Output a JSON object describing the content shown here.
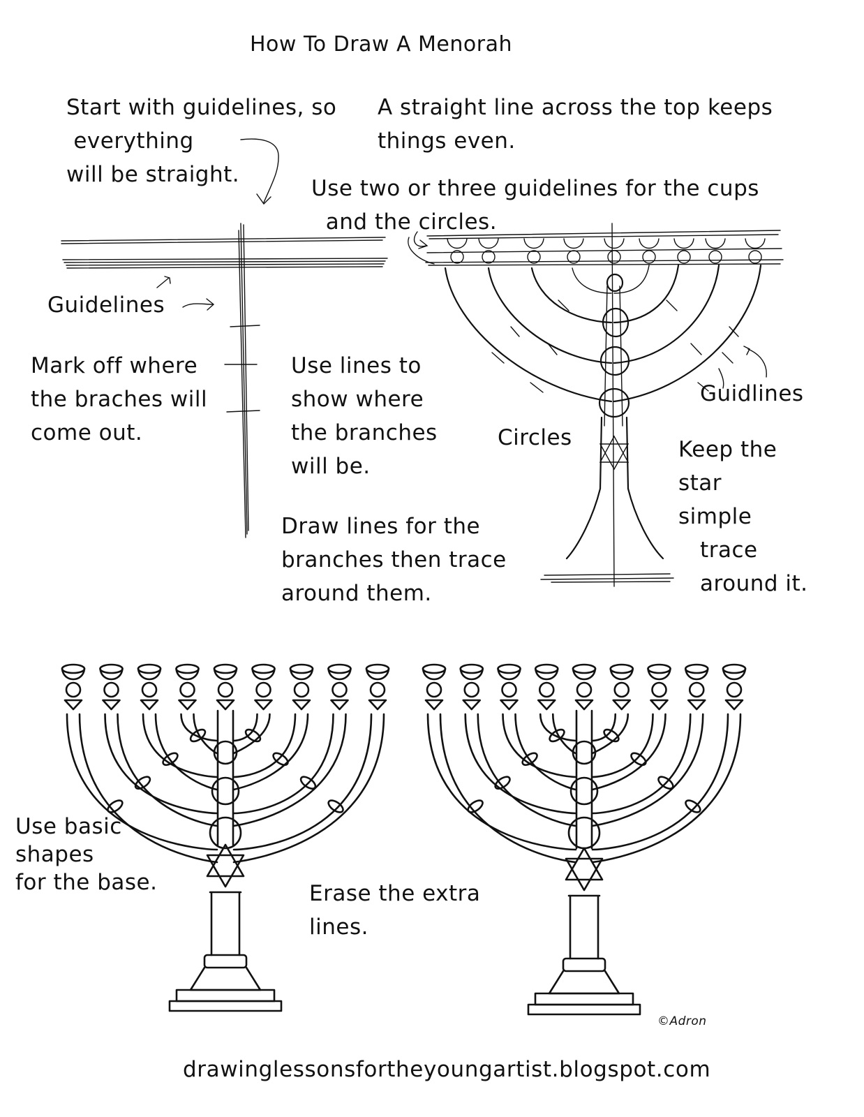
{
  "title": "How To Draw A Menorah",
  "step1": {
    "text": "Start with guidelines, so\n everything\nwill be straight."
  },
  "step2": {
    "text": "A straight line across the top keeps\nthings even."
  },
  "step3": {
    "text": "Use two or three guidelines for the cups\n  and the circles."
  },
  "label_guidelines": "Guidelines",
  "step4": {
    "text": "Mark off where\nthe braches will\ncome out."
  },
  "step5": {
    "text": "Use lines to\nshow where\nthe branches\nwill be."
  },
  "label_circles": "Circles",
  "label_guidlines": "Guidlines",
  "step6": {
    "text": "Keep the\nstar\nsimple\n   trace\n   around it."
  },
  "step7": {
    "text": "Draw lines for the\nbranches then trace\naround them."
  },
  "step8": {
    "text": "Use basic\nshapes\nfor the base."
  },
  "step9": {
    "text": "Erase the extra\nlines."
  },
  "signature": "©Adron",
  "footer_url": "drawinglessonsfortheyoungartist.blogspot.com"
}
